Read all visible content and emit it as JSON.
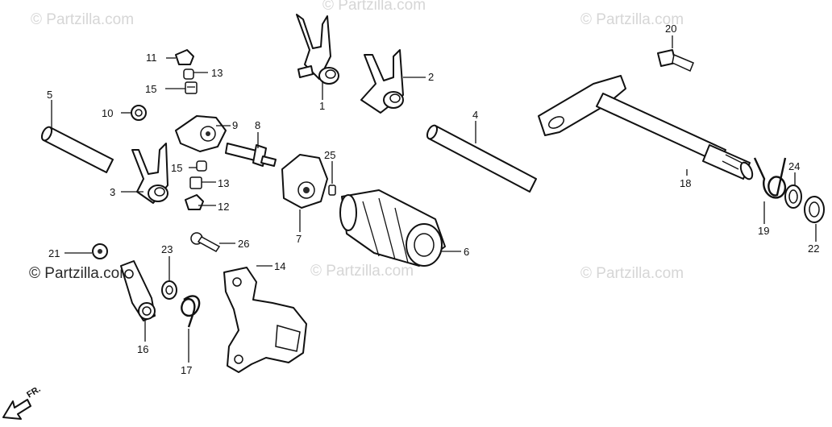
{
  "watermarks": [
    "© Partzilla.com",
    "© Partzilla.com",
    "© Partzilla.com",
    "© Partzilla.com",
    "© Partzilla.com",
    "© Partzilla.com"
  ],
  "direction_label": "FR.",
  "callouts": [
    {
      "id": "1",
      "text": "1"
    },
    {
      "id": "2",
      "text": "2"
    },
    {
      "id": "3",
      "text": "3"
    },
    {
      "id": "4",
      "text": "4"
    },
    {
      "id": "5",
      "text": "5"
    },
    {
      "id": "6",
      "text": "6"
    },
    {
      "id": "7",
      "text": "7"
    },
    {
      "id": "8",
      "text": "8"
    },
    {
      "id": "9",
      "text": "9"
    },
    {
      "id": "10",
      "text": "10"
    },
    {
      "id": "11",
      "text": "11"
    },
    {
      "id": "12",
      "text": "12"
    },
    {
      "id": "13a",
      "text": "13"
    },
    {
      "id": "13b",
      "text": "13"
    },
    {
      "id": "14",
      "text": "14"
    },
    {
      "id": "15a",
      "text": "15"
    },
    {
      "id": "15b",
      "text": "15"
    },
    {
      "id": "16",
      "text": "16"
    },
    {
      "id": "17",
      "text": "17"
    },
    {
      "id": "18",
      "text": "18"
    },
    {
      "id": "19",
      "text": "19"
    },
    {
      "id": "20",
      "text": "20"
    },
    {
      "id": "21",
      "text": "21"
    },
    {
      "id": "22",
      "text": "22"
    },
    {
      "id": "23",
      "text": "23"
    },
    {
      "id": "24",
      "text": "24"
    },
    {
      "id": "25",
      "text": "25"
    },
    {
      "id": "26",
      "text": "26"
    }
  ]
}
